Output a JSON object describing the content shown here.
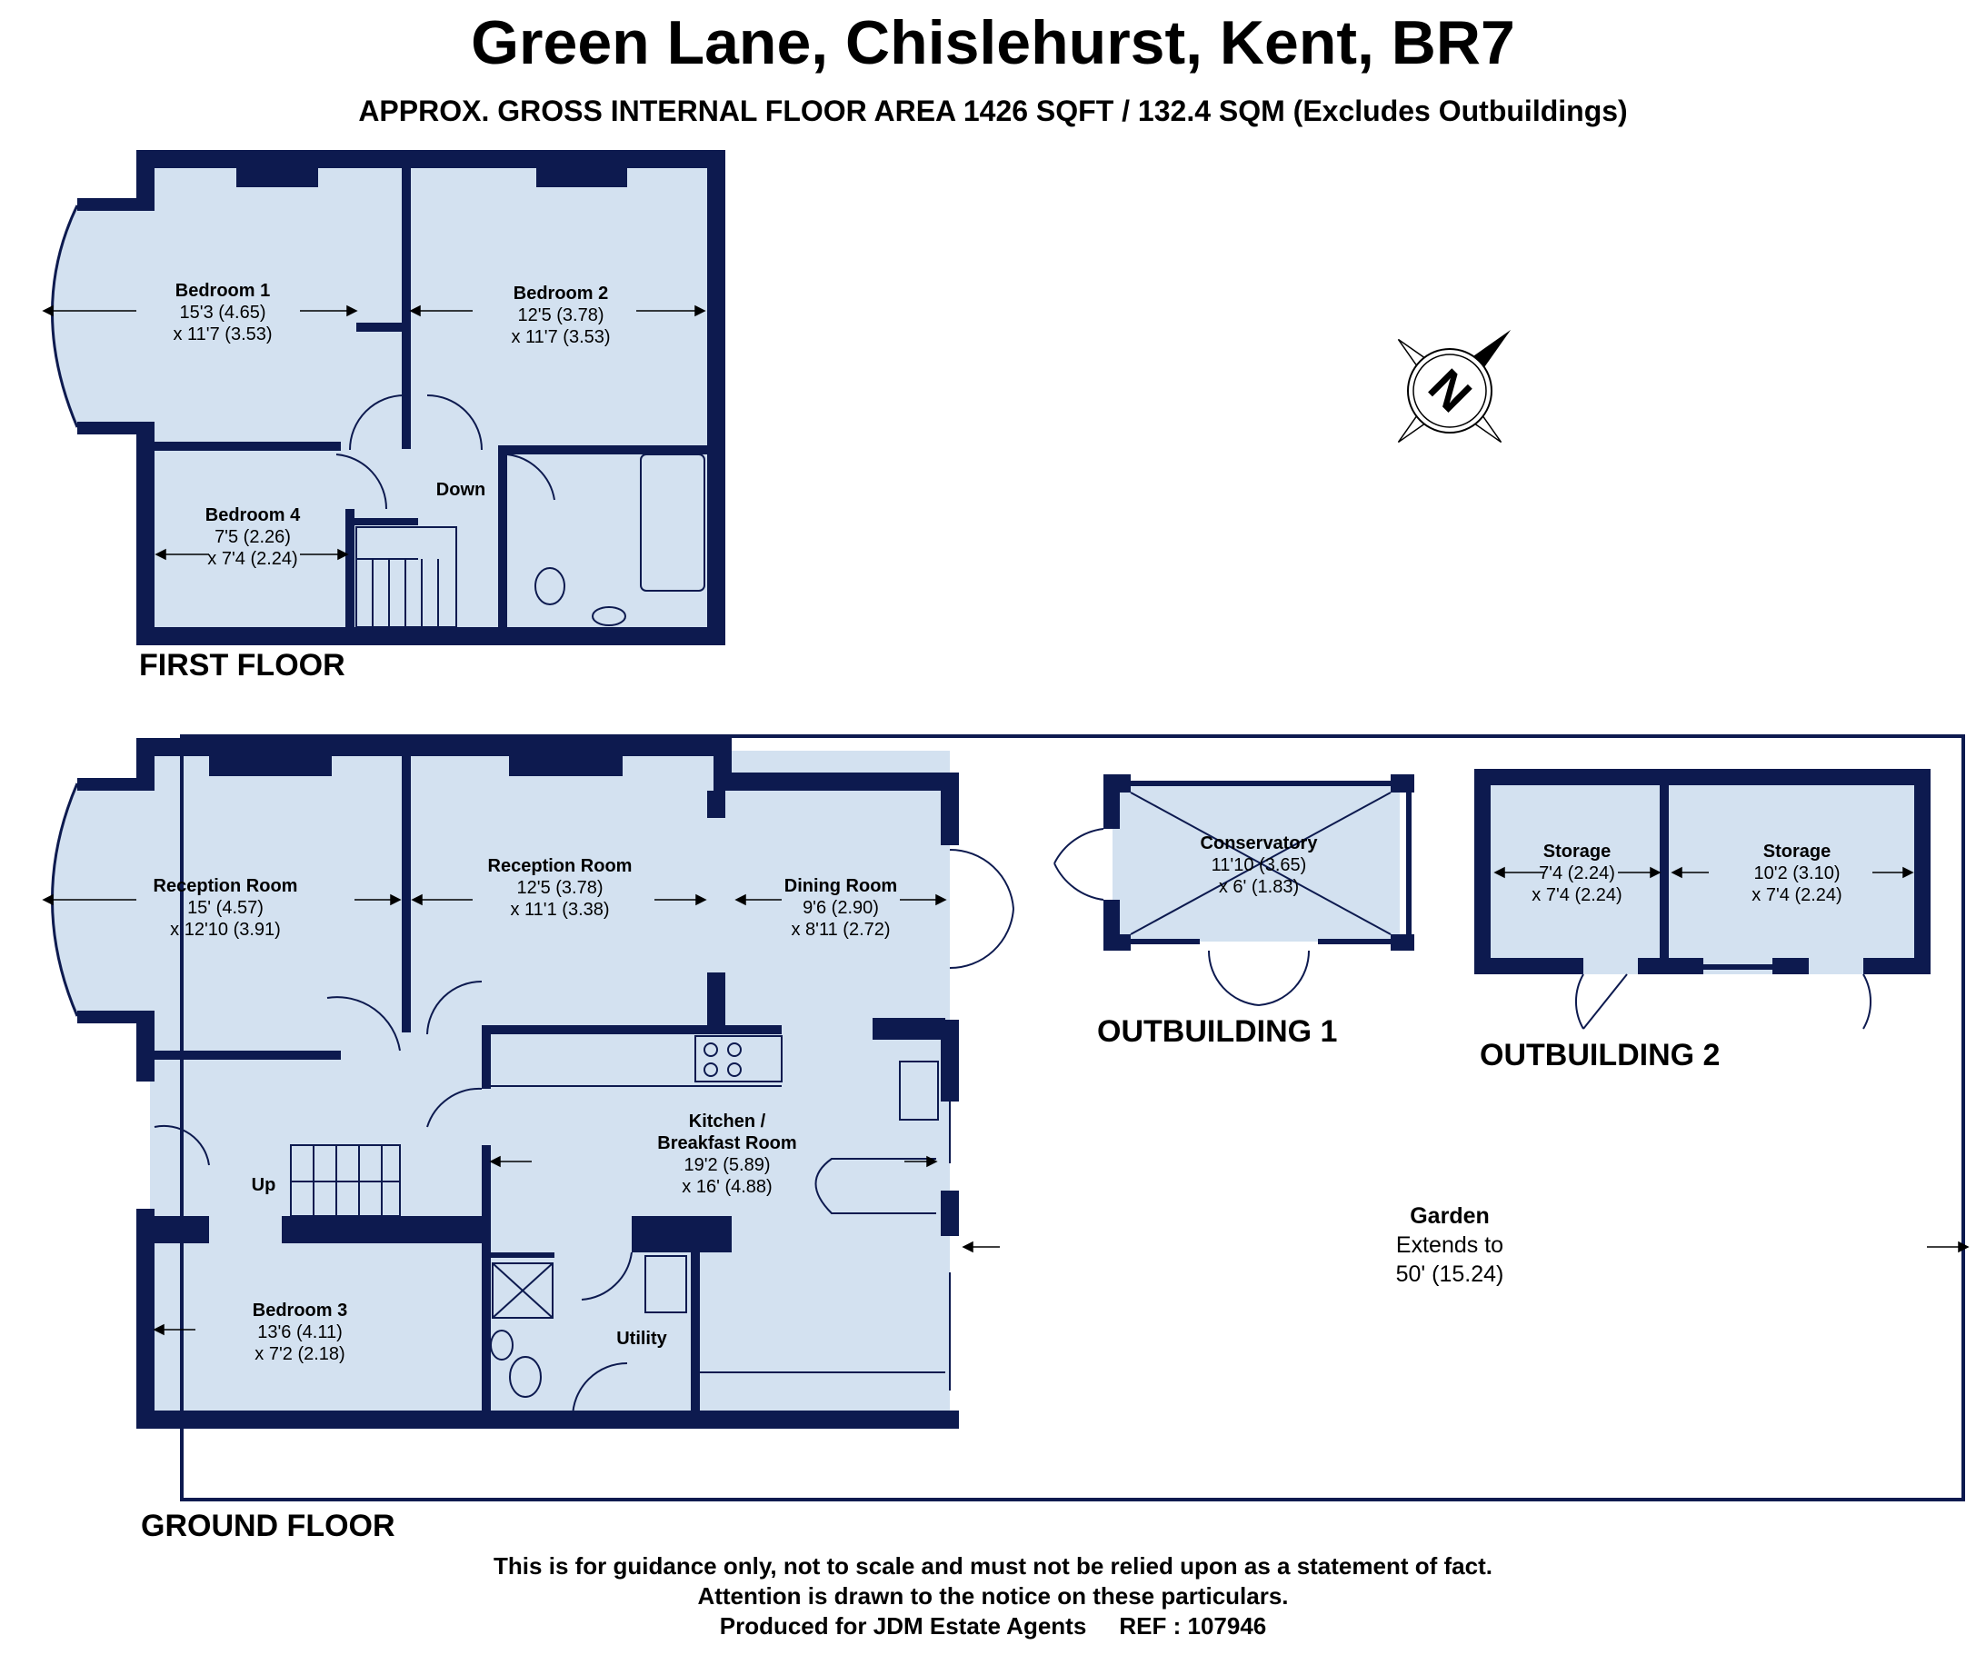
{
  "header": {
    "title": "Green Lane, Chislehurst, Kent, BR7",
    "subtitle": "APPROX. GROSS INTERNAL FLOOR AREA 1426 SQFT / 132.4 SQM (Excludes Outbuildings)"
  },
  "colors": {
    "wall": "#0d1a4f",
    "fill": "#d3e1f0",
    "ink": "#000000"
  },
  "compass": {
    "letter": "N"
  },
  "first_floor": {
    "label": "FIRST FLOOR",
    "rooms": [
      {
        "name": "Bedroom 1",
        "dim1": "15'3 (4.65)",
        "dim2": "x 11'7 (3.53)"
      },
      {
        "name": "Bedroom 2",
        "dim1": "12'5 (3.78)",
        "dim2": "x 11'7 (3.53)"
      },
      {
        "name": "Bedroom 4",
        "dim1": "7'5 (2.26)",
        "dim2": "x 7'4 (2.24)"
      }
    ],
    "stairs_label": "Down"
  },
  "ground_floor": {
    "label": "GROUND FLOOR",
    "rooms": [
      {
        "name": "Reception Room",
        "dim1": "15' (4.57)",
        "dim2": "x 12'10 (3.91)"
      },
      {
        "name": "Reception Room",
        "dim1": "12'5 (3.78)",
        "dim2": "x 11'1 (3.38)"
      },
      {
        "name": "Dining Room",
        "dim1": "9'6 (2.90)",
        "dim2": "x 8'11 (2.72)"
      },
      {
        "name": "Kitchen /",
        "name2": "Breakfast Room",
        "dim1": "19'2 (5.89)",
        "dim2": "x 16' (4.88)"
      },
      {
        "name": "Bedroom 3",
        "dim1": "13'6 (4.11)",
        "dim2": "x 7'2 (2.18)"
      }
    ],
    "stairs_label": "Up",
    "utility_label": "Utility"
  },
  "outbuilding1": {
    "label": "OUTBUILDING 1",
    "room": {
      "name": "Conservatory",
      "dim1": "11'10 (3.65)",
      "dim2": "x 6' (1.83)"
    }
  },
  "outbuilding2": {
    "label": "OUTBUILDING 2",
    "rooms": [
      {
        "name": "Storage",
        "dim1": "7'4 (2.24)",
        "dim2": "x 7'4 (2.24)"
      },
      {
        "name": "Storage",
        "dim1": "10'2 (3.10)",
        "dim2": "x 7'4 (2.24)"
      }
    ]
  },
  "garden": {
    "name": "Garden",
    "line1": "Extends to",
    "line2": "50' (15.24)"
  },
  "footer": {
    "line1": "This is for guidance only, not to scale and must not be relied upon as a statement of fact.",
    "line2": "Attention is drawn to the notice on these particulars.",
    "line3": "Produced for JDM Estate Agents     REF : 107946"
  }
}
